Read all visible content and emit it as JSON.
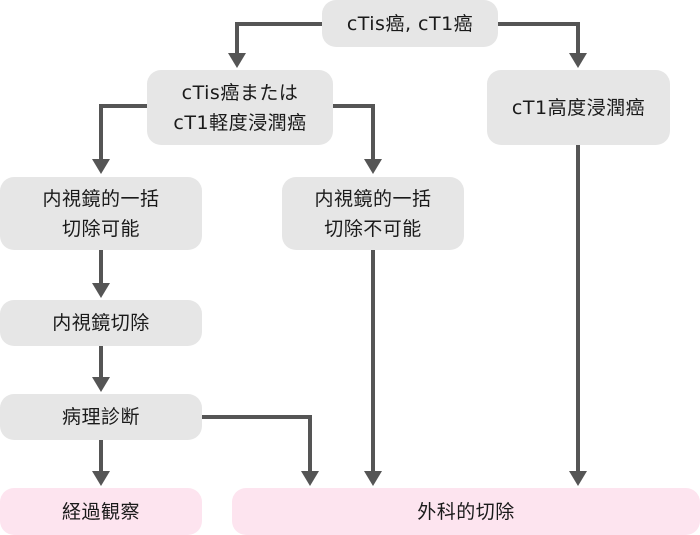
{
  "diagram": {
    "nodes": {
      "root": {
        "lines": [
          "cTis癌, cT1癌"
        ]
      },
      "mild": {
        "lines": [
          "cTis癌または",
          "cT1軽度浸潤癌"
        ]
      },
      "deep": {
        "lines": [
          "cT1高度浸潤癌"
        ]
      },
      "en_bloc_possible": {
        "lines": [
          "内視鏡的一括",
          "切除可能"
        ]
      },
      "en_bloc_impossible": {
        "lines": [
          "内視鏡的一括",
          "切除不可能"
        ]
      },
      "endoscopic_resection": {
        "lines": [
          "内視鏡切除"
        ]
      },
      "pathology": {
        "lines": [
          "病理診断"
        ]
      },
      "observation": {
        "lines": [
          "経過観察"
        ]
      },
      "surgery": {
        "lines": [
          "外科的切除"
        ]
      }
    },
    "edges": [
      {
        "from": "root",
        "to": "mild"
      },
      {
        "from": "root",
        "to": "deep"
      },
      {
        "from": "mild",
        "to": "en_bloc_possible"
      },
      {
        "from": "mild",
        "to": "en_bloc_impossible"
      },
      {
        "from": "en_bloc_possible",
        "to": "endoscopic_resection"
      },
      {
        "from": "endoscopic_resection",
        "to": "pathology"
      },
      {
        "from": "pathology",
        "to": "observation"
      },
      {
        "from": "pathology",
        "to": "surgery"
      },
      {
        "from": "en_bloc_impossible",
        "to": "surgery"
      },
      {
        "from": "deep",
        "to": "surgery"
      }
    ],
    "colors": {
      "process_box": "#e6e6e6",
      "outcome_box": "#fde4ef",
      "connector": "#555555"
    }
  }
}
